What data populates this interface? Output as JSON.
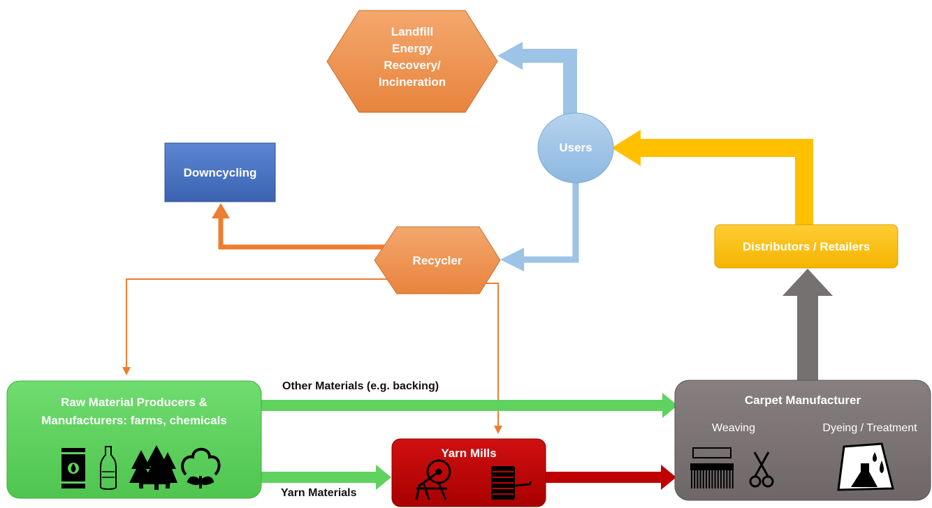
{
  "nodes": {
    "landfill": [
      "Landfill",
      "Energy",
      "Recovery/",
      "Incineration"
    ],
    "users": "Users",
    "downcycling": "Downcycling",
    "recycler": "Recycler",
    "distributors": "Distributors / Retailers",
    "raw_material": [
      "Raw Material Producers &",
      "Manufacturers: farms, chemicals"
    ],
    "yarn_mills": "Yarn Mills",
    "carpet": "Carpet Manufacturer",
    "weaving": "Weaving",
    "dyeing": "Dyeing / Treatment"
  },
  "flows": {
    "other_materials": "Other Materials (e.g. backing)",
    "yarn_materials": "Yarn Materials"
  },
  "colors": {
    "landfill": "#ed9152",
    "users": "#9dc3e6",
    "downcycling": "#4472c4",
    "recycler": "#ed9152",
    "distributors": "#ffc000",
    "raw_material": "#5fd25f",
    "yarn_mills": "#c00000",
    "carpet": "#7a7373",
    "gray_arrow": "#767171",
    "green_arrow": "#5fd25f",
    "red_arrow": "#c00000",
    "orange_line": "#ed7d31"
  },
  "icons": [
    "oil-barrel-icon",
    "bottle-icon",
    "trees-icon",
    "cotton-icon",
    "spinning-wheel-icon",
    "spool-icon",
    "loom-comb-icon",
    "scissors-icon",
    "chemical-flask-icon"
  ]
}
